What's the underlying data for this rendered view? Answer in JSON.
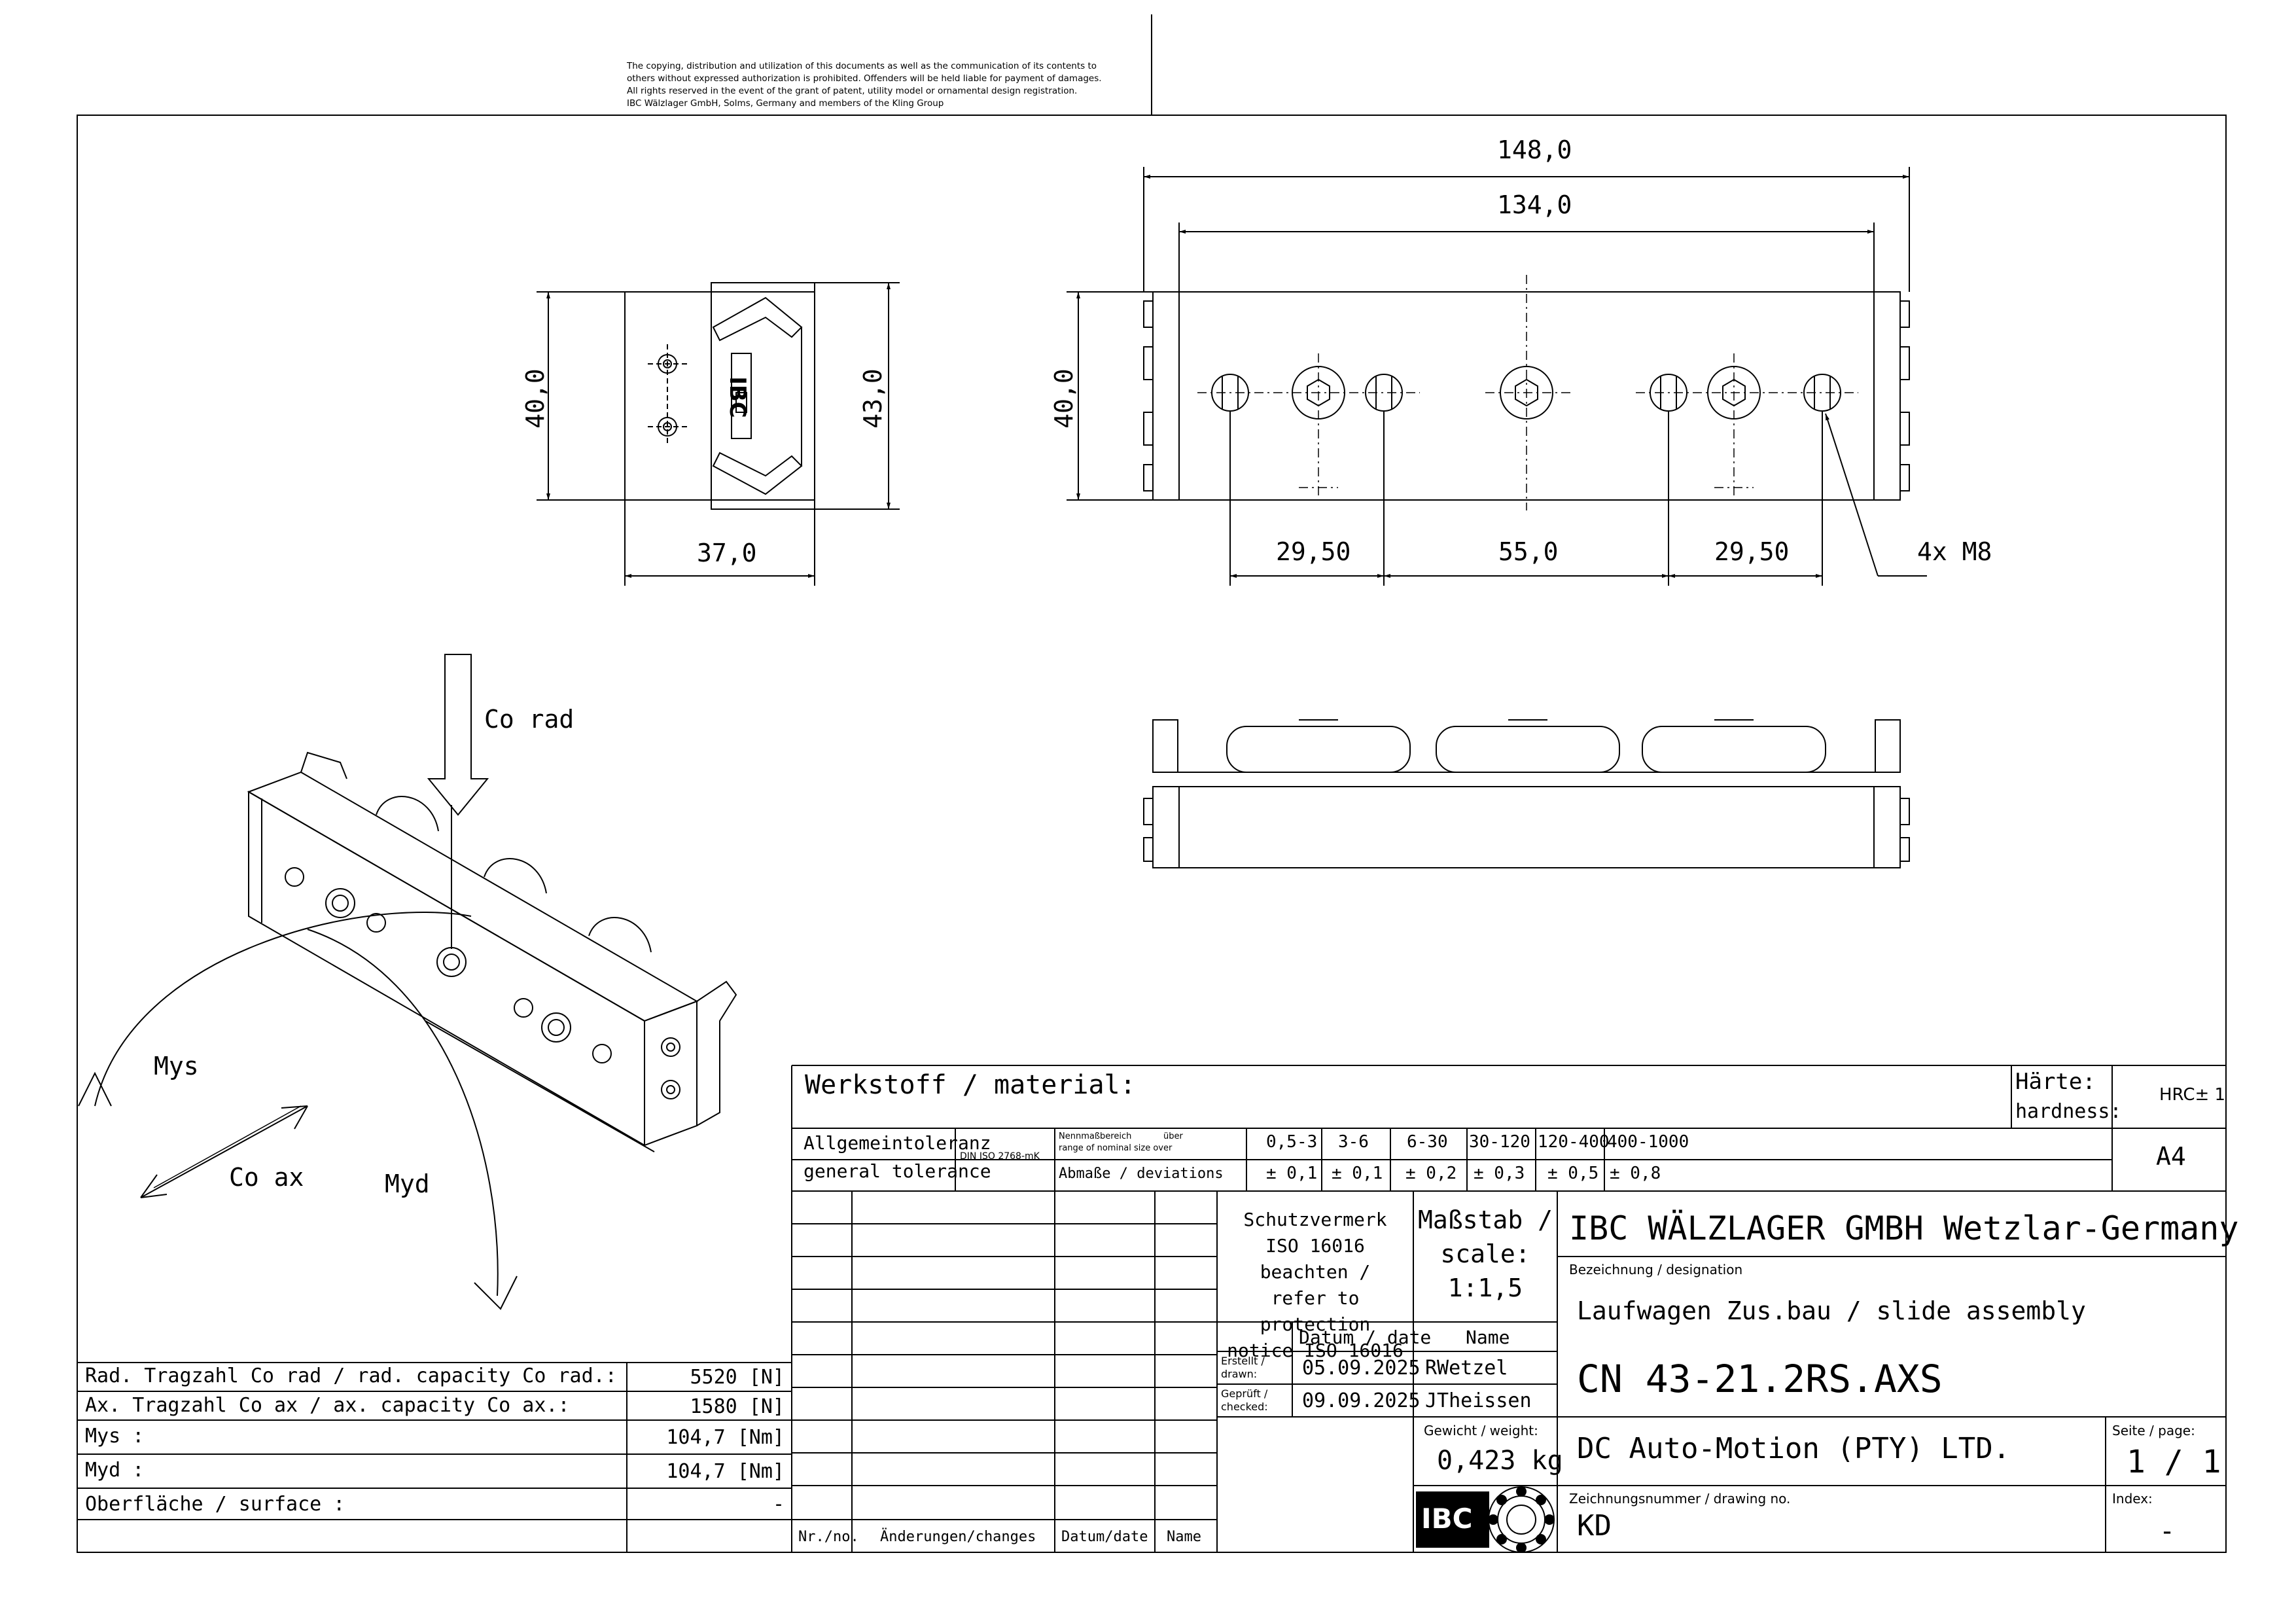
{
  "copyright": {
    "lines": [
      "The copying, distribution and utilization of this documents as well as the communication of its contents to",
      "others without expressed authorization is prohibited. Offenders will be held liable for payment of damages.",
      "All rights reserved in the event of the grant of patent, utility model or ornamental design registration.",
      "IBC Wälzlager GmbH, Solms, Germany and members of the Kling Group"
    ]
  },
  "dimensions": {
    "end_height": "40,0",
    "end_height_total": "43,0",
    "end_width": "37,0",
    "length_total": "148,0",
    "length_inner": "134,0",
    "front_height": "40,0",
    "spacing_left": "29,50",
    "spacing_mid": "55,0",
    "spacing_right": "29,50",
    "thread_callout": "4x M8"
  },
  "end_logo": "IBC",
  "iso_labels": {
    "co_rad": "Co rad",
    "mys": "Mys",
    "co_ax": "Co ax",
    "myd": "Myd"
  },
  "capacity_table": {
    "rows": [
      {
        "label": "Rad. Tragzahl Co rad / rad. capacity Co rad.:",
        "value": "5520 [N]"
      },
      {
        "label": "Ax. Tragzahl Co ax / ax. capacity Co ax.:",
        "value": "1580 [N]"
      },
      {
        "label": "Mys :",
        "value": "104,7 [Nm]"
      },
      {
        "label": "Myd :",
        "value": "104,7 [Nm]"
      },
      {
        "label": "Oberfläche / surface :",
        "value": "-"
      },
      {
        "label": "",
        "value": ""
      }
    ]
  },
  "title_block": {
    "material_label": "Werkstoff / material:",
    "hardness_label_1": "Härte:",
    "hardness_label_2": "hardness:",
    "hardness_value": "HRC± 1",
    "format": "A4",
    "tol_label_1": "Allgemeintoleranz",
    "tol_label_2": "general tolerance",
    "tol_standard": "DIN ISO 2768-mK",
    "nominal_label_1": "Nennmaßbereich",
    "nominal_label_2": "über",
    "nominal_label_3": "range of nominal size over",
    "deviation_label": "Abmaße / deviations",
    "ranges": [
      "0,5-3",
      "3-6",
      "6-30",
      "30-120",
      "120-400",
      "400-1000"
    ],
    "deviations": [
      "± 0,1",
      "± 0,1",
      "± 0,2",
      "± 0,3",
      "± 0,5",
      "± 0,8"
    ],
    "protection_lines": [
      "Schutzvermerk",
      "ISO 16016 beachten /",
      "refer to protection",
      "notice ISO 16016"
    ],
    "scale_lines": [
      "Maßstab /",
      "scale:",
      "1:1,5"
    ],
    "company": "IBC WÄLZLAGER GMBH Wetzlar-Germany",
    "designation_label": "Bezeichnung / designation",
    "designation": "Laufwagen Zus.bau / slide assembly",
    "part_number": "CN 43-21.2RS.AXS",
    "date_header": "Datum / date",
    "name_header": "Name",
    "drawn_label_1": "Erstellt /",
    "drawn_label_2": "drawn:",
    "drawn_date": "05.09.2025",
    "drawn_name": "RWetzel",
    "checked_label_1": "Geprüft /",
    "checked_label_2": "checked:",
    "checked_date": "09.09.2025",
    "checked_name": "JTheissen",
    "weight_label": "Gewicht / weight:",
    "weight_value": "0,423 kg",
    "customer": "DC Auto-Motion (PTY) LTD.",
    "page_label": "Seite / page:",
    "page_value": "1 / 1",
    "drawing_no_label": "Zeichnungsnummer / drawing no.",
    "drawing_no": "KD",
    "index_label": "Index:",
    "index_value": "-",
    "logo_text": "IBC",
    "rev_headers": [
      "Nr./no.",
      "Änderungen/changes",
      "Datum/date",
      "Name"
    ]
  }
}
